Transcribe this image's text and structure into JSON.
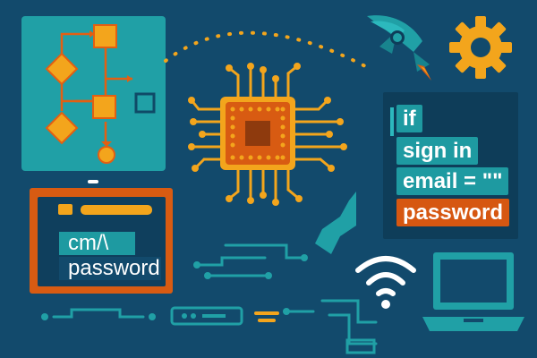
{
  "code": {
    "line1": "if",
    "line2": "sign in",
    "line3": "email = \"\"",
    "line4": "password"
  },
  "login": {
    "field1": "cm/\\",
    "field2": "password"
  },
  "colors": {
    "background": "#124a6c",
    "teal": "#20a0a6",
    "orange": "#d85b12",
    "gold": "#f3a51c",
    "dark": "#0e3d59"
  },
  "icons": [
    "flowchart-icon",
    "rocket-icon",
    "gear-icon",
    "cpu-chip-icon",
    "wifi-icon",
    "laptop-icon",
    "circuit-icon"
  ]
}
